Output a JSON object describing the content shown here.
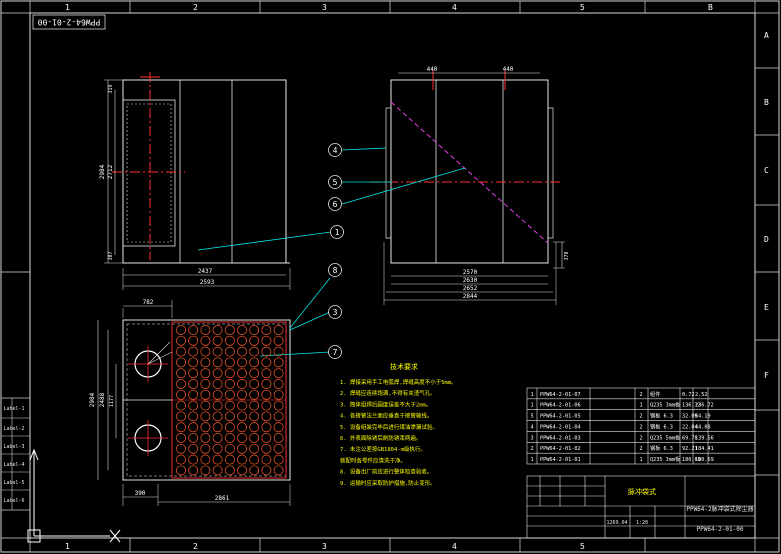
{
  "drawing": {
    "code_stamp": "PPW64-2-01-00",
    "col_labels": [
      "1",
      "2",
      "3",
      "4",
      "5",
      "B"
    ],
    "row_labels": [
      "A",
      "B",
      "C",
      "D",
      "E",
      "F"
    ],
    "left_strip": [
      "Label-1",
      "Label-2",
      "Label-3",
      "Label-4",
      "Label-5",
      "Label-6"
    ]
  },
  "front_view": {
    "dims_vertical": [
      "2984",
      "2712",
      "307",
      "319"
    ],
    "dims_horizontal": [
      "2437",
      "2593"
    ]
  },
  "side_view": {
    "dims_top": [
      "440",
      "440"
    ],
    "dims_bottom": [
      "2570",
      "2630",
      "2652",
      "2844"
    ],
    "dim_right": "378"
  },
  "plan_view": {
    "dims_top": [
      "782"
    ],
    "dims_left": [
      "2984",
      "2488",
      "1177"
    ],
    "dims_bottom": [
      "390",
      "2861"
    ]
  },
  "balloons": [
    "4",
    "5",
    "6",
    "1",
    "8",
    "3",
    "7"
  ],
  "notes": {
    "title": "技术要求",
    "lines": [
      "1. 焊接采用手工电弧焊,焊缝高度不小于5mm。",
      "2. 焊缝应连续饱满,不得有夹渣气孔。",
      "3. 筒体组焊后圆度误差不大于2mm。",
      "4. 各接管法兰面应垂直于接管轴线。",
      "5. 设备组装完毕后进行煤油渗漏试验。",
      "6. 外表面除锈后刷防锈漆两遍。",
      "7. 未注公差按GB1804-m级执行。",
      "   装配时各零件应清洗干净。",
      "8. 设备出厂前应进行整体检查验收。",
      "9. 运输时应采取防护措施,防止变形。"
    ]
  },
  "bom": {
    "rows": [
      {
        "no": "1",
        "code": "PPW64-2-01-07",
        "name": "",
        "qty": "2",
        "material": "组件",
        "w1": "0.72",
        "w2": "2.52"
      },
      {
        "no": "1",
        "code": "PPW64-2-01-06",
        "name": "",
        "qty": "1",
        "material": "Q235 3mm板",
        "w1": "136.72",
        "w2": "236.72"
      },
      {
        "no": "5",
        "code": "PPW64-2-01-05",
        "name": "",
        "qty": "2",
        "material": "钢板 6.3",
        "w1": "32.09",
        "w2": "64.19"
      },
      {
        "no": "4",
        "code": "PPW64-2-01-04",
        "name": "",
        "qty": "2",
        "material": "钢板 6.3",
        "w1": "22.04",
        "w2": "44.08"
      },
      {
        "no": "3",
        "code": "PPW64-2-01-03",
        "name": "",
        "qty": "2",
        "material": "Q235 5mm板",
        "w1": "69.78",
        "w2": "139.56"
      },
      {
        "no": "2",
        "code": "PPW64-2-01-02",
        "name": "",
        "qty": "2",
        "material": "钢板 6.3",
        "w1": "92.21",
        "w2": "184.41"
      },
      {
        "no": "1",
        "code": "PPW64-2-01-01",
        "name": "",
        "qty": "1",
        "material": "Q235 3mm板",
        "w1": "180.69",
        "w2": "180.69"
      }
    ]
  },
  "title_block": {
    "part_name": "脉冲袋式",
    "drawing_title": "PPW64-2脉冲袋式除尘器",
    "drawing_no": "PPW64-2-01-00",
    "weight": "1269.04",
    "scale": "1:20"
  }
}
